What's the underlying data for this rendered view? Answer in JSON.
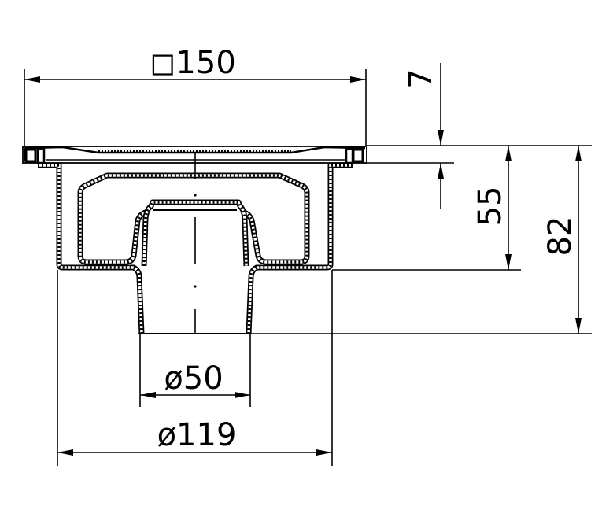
{
  "drawing": {
    "dimensions": {
      "top_width": "◻150",
      "grate_thickness": "7",
      "body_depth": "55",
      "total_height": "82",
      "outlet_diameter": "ø50",
      "body_diameter": "ø119"
    }
  }
}
